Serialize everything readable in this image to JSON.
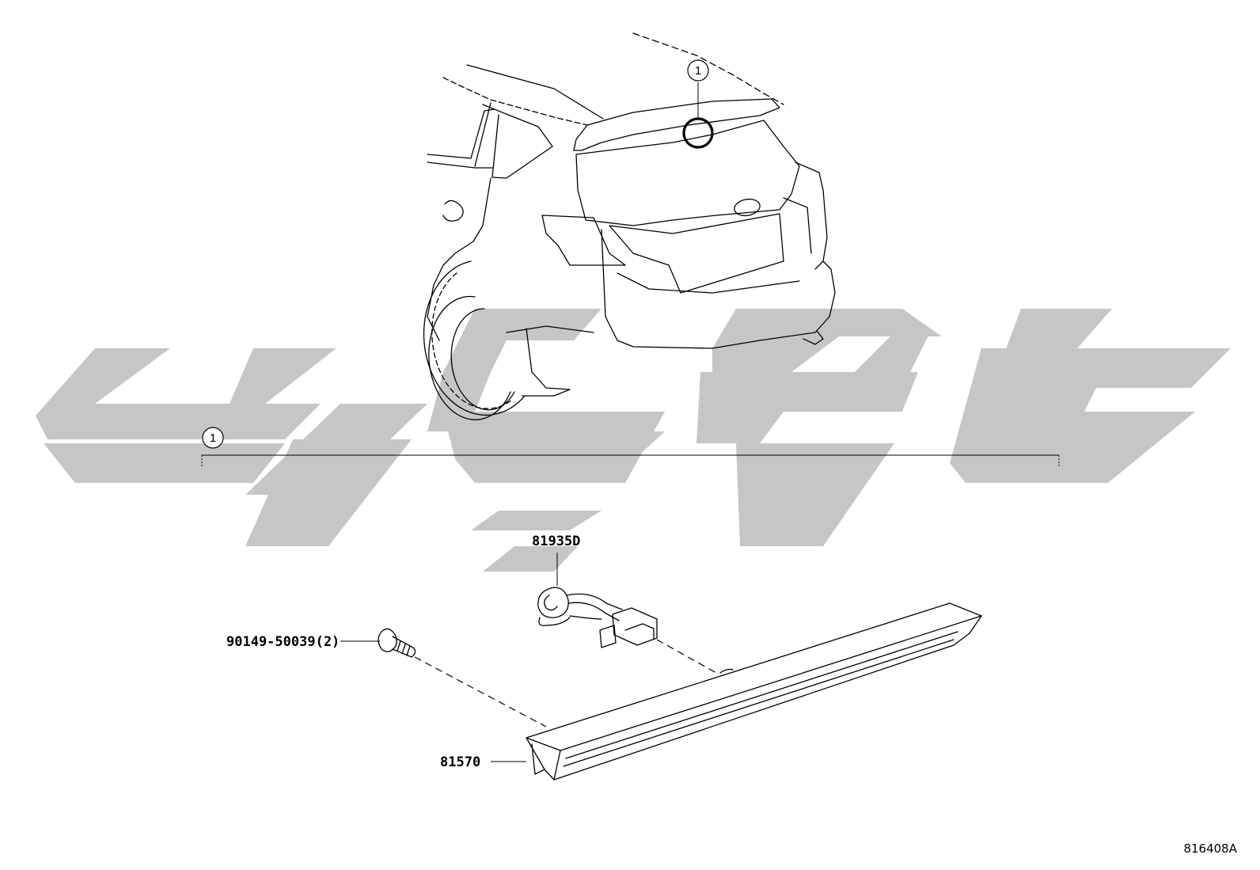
{
  "watermark": {
    "color": "#c6c6c6",
    "name": "faded-logo-watermark"
  },
  "callouts": {
    "index_on_vehicle": "1",
    "index_on_group": "1"
  },
  "parts": {
    "wire": "81935D",
    "bolt": "90149-50039(2)",
    "lamp": "81570"
  },
  "reference_number": "816408A"
}
